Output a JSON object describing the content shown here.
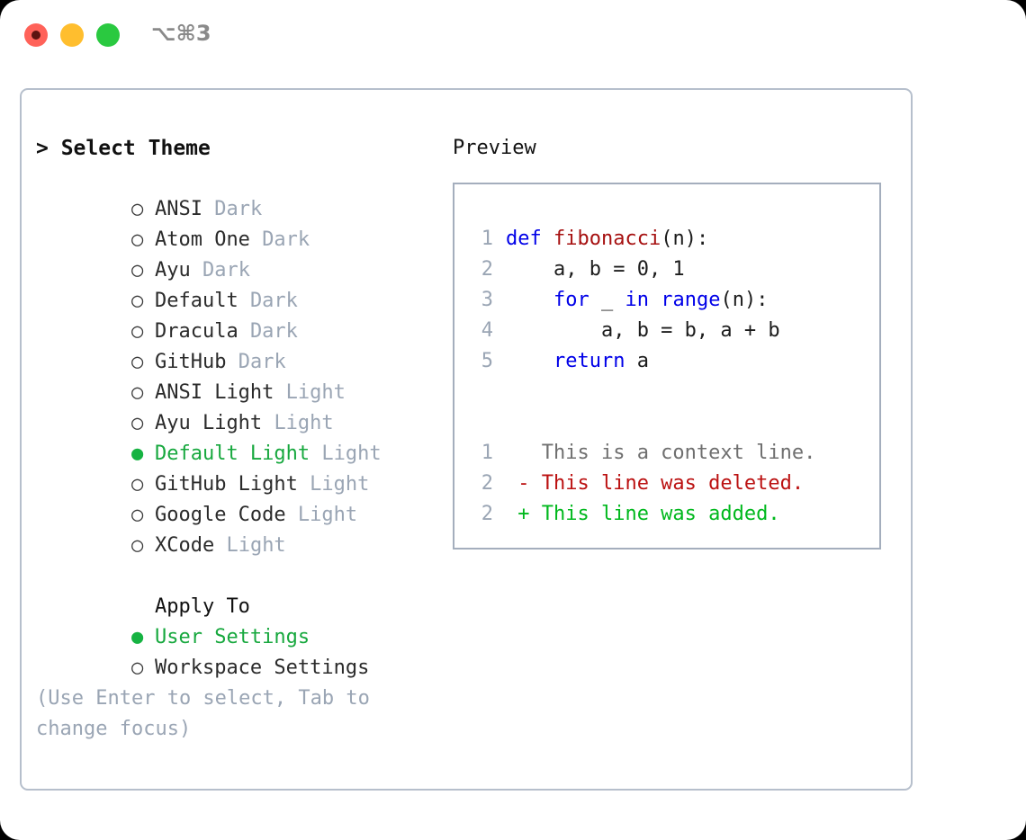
{
  "titlebar": {
    "shortcut": "⌥⌘3",
    "buttons": [
      {
        "name": "close",
        "color": "#ff6259"
      },
      {
        "name": "minimize",
        "color": "#ffbe2e"
      },
      {
        "name": "zoom",
        "color": "#2ac940"
      }
    ]
  },
  "theme_picker": {
    "heading": "> Select Theme",
    "marker_selected": "●",
    "marker_unselected": "○",
    "items": [
      {
        "marker": "○",
        "name": "ANSI",
        "suffix": "Dark",
        "selected": false
      },
      {
        "marker": "○",
        "name": "Atom One",
        "suffix": "Dark",
        "selected": false
      },
      {
        "marker": "○",
        "name": "Ayu",
        "suffix": "Dark",
        "selected": false
      },
      {
        "marker": "○",
        "name": "Default",
        "suffix": "Dark",
        "selected": false
      },
      {
        "marker": "○",
        "name": "Dracula",
        "suffix": "Dark",
        "selected": false
      },
      {
        "marker": "○",
        "name": "GitHub",
        "suffix": "Dark",
        "selected": false
      },
      {
        "marker": "○",
        "name": "ANSI Light",
        "suffix": "Light",
        "selected": false
      },
      {
        "marker": "○",
        "name": "Ayu Light",
        "suffix": "Light",
        "selected": false
      },
      {
        "marker": "●",
        "name": "Default Light",
        "suffix": "Light",
        "selected": true
      },
      {
        "marker": "○",
        "name": "GitHub Light",
        "suffix": "Light",
        "selected": false
      },
      {
        "marker": "○",
        "name": "Google Code",
        "suffix": "Light",
        "selected": false
      },
      {
        "marker": "○",
        "name": "XCode",
        "suffix": "Light",
        "selected": false
      }
    ]
  },
  "apply_to": {
    "heading": "Apply To",
    "items": [
      {
        "marker": "●",
        "label": "User Settings",
        "selected": true
      },
      {
        "marker": "○",
        "label": "Workspace Settings",
        "selected": false
      }
    ]
  },
  "hint": "(Use Enter to select, Tab to change focus)",
  "preview": {
    "title": "Preview",
    "code_lines": [
      {
        "num": "1",
        "tokens": [
          {
            "t": "def ",
            "c": "kw"
          },
          {
            "t": "fibonacci",
            "c": "fn"
          },
          {
            "t": "(n):",
            "c": "pl"
          }
        ]
      },
      {
        "num": "2",
        "tokens": [
          {
            "t": "    a, b = 0, 1",
            "c": "pl"
          }
        ]
      },
      {
        "num": "3",
        "tokens": [
          {
            "t": "    ",
            "c": "pl"
          },
          {
            "t": "for",
            "c": "kw"
          },
          {
            "t": " _ ",
            "c": "pl"
          },
          {
            "t": "in",
            "c": "kw"
          },
          {
            "t": " ",
            "c": "pl"
          },
          {
            "t": "range",
            "c": "kw"
          },
          {
            "t": "(n):",
            "c": "pl"
          }
        ]
      },
      {
        "num": "4",
        "tokens": [
          {
            "t": "        a, b = b, a + b",
            "c": "pl"
          }
        ]
      },
      {
        "num": "5",
        "tokens": [
          {
            "t": "    ",
            "c": "pl"
          },
          {
            "t": "return",
            "c": "kw"
          },
          {
            "t": " a",
            "c": "pl"
          }
        ]
      }
    ],
    "diff_lines": [
      {
        "num": "1",
        "tokens": [
          {
            "t": "   This is a context line.",
            "c": "ctx"
          }
        ]
      },
      {
        "num": "2",
        "tokens": [
          {
            "t": " - This line was deleted.",
            "c": "del"
          }
        ]
      },
      {
        "num": "2",
        "tokens": [
          {
            "t": " + This line was added.",
            "c": "add"
          }
        ]
      }
    ]
  },
  "colors": {
    "selected_green": "#17a83e",
    "muted_gray": "#9aa5b4",
    "keyword_blue": "#0000e8",
    "function_red": "#a61010",
    "diff_delete": "#bb1111",
    "diff_add": "#00b81d",
    "border": "#b6bfcc"
  }
}
